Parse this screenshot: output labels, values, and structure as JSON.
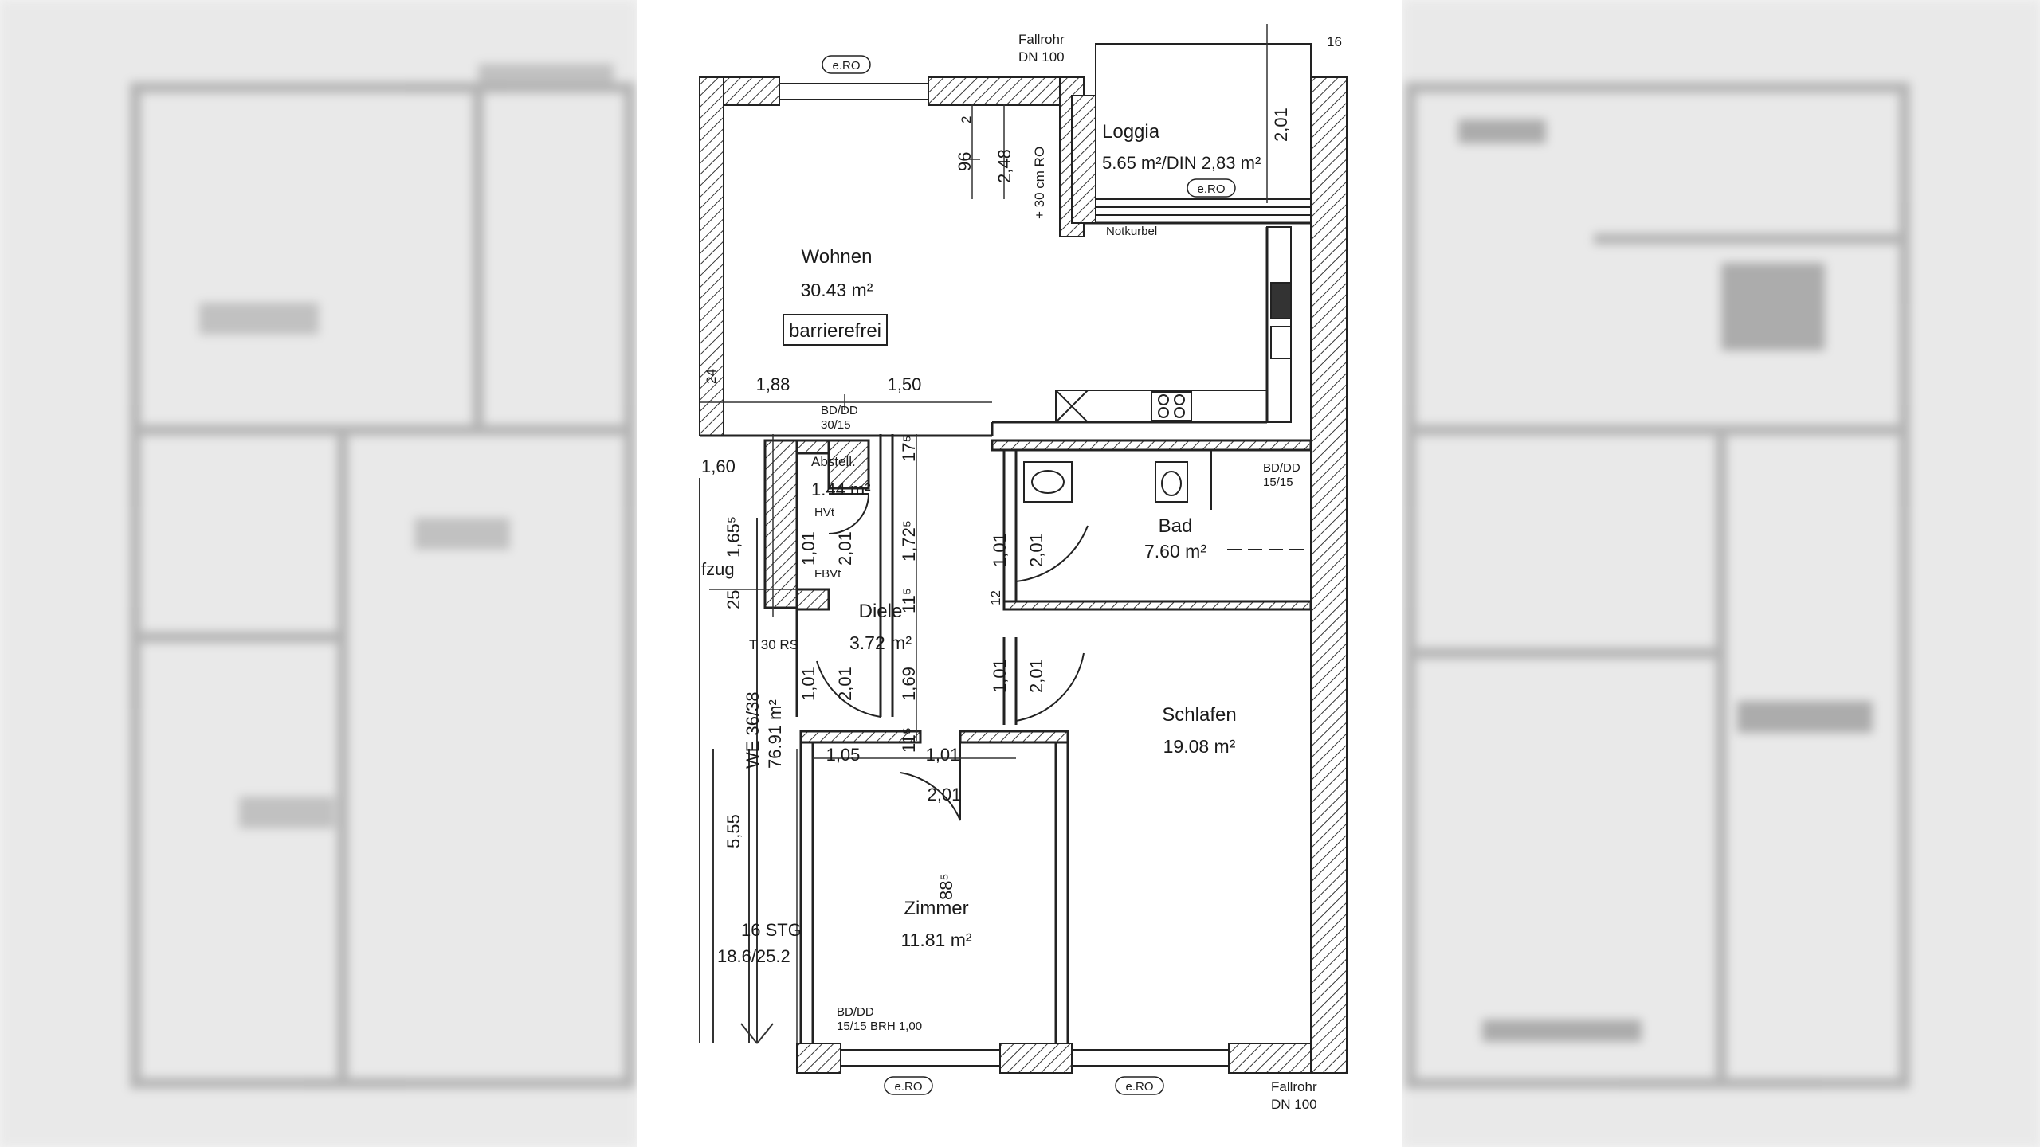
{
  "plan": {
    "rooms": {
      "wohnen": {
        "name": "Wohnen",
        "area": "30.43 m²",
        "tag": "barrierefrei"
      },
      "loggia": {
        "name": "Loggia",
        "area": "5.65 m²/DIN 2,83 m²"
      },
      "bad": {
        "name": "Bad",
        "area": "7.60 m²"
      },
      "diele": {
        "name": "Diele",
        "area": "3.72 m²"
      },
      "schlafen": {
        "name": "Schlafen",
        "area": "19.08 m²"
      },
      "zimmer": {
        "name": "Zimmer",
        "area": "11.81 m²"
      },
      "abstell": {
        "name": "Abstell.",
        "area": "1.44 m²"
      }
    },
    "labels": {
      "fallrohr_top": "Fallrohr",
      "dn_top": "DN 100",
      "fallrohr_bottom": "Fallrohr",
      "dn_bottom": "DN 100",
      "ero": "e.RO",
      "notkurbel": "Notkurbel",
      "bddd_3015": "BD/DD",
      "bddd_3015_size": "30/15",
      "bddd_1515": "BD/DD",
      "bddd_1515_size": "15/15",
      "bddd_zimmer": "BD/DD",
      "bddd_zimmer_size": "15/15",
      "brh": "BRH 1,00",
      "hvt": "HVt",
      "fbvt": "FBVt",
      "aufzug": "fzug",
      "t30rs": "T 30 RS",
      "we": "WE 36/38",
      "we_area": "76.91 m²",
      "stg": "16 STG",
      "stg_dim": "18.6/25.2",
      "corner_16": "16",
      "ro_note": "+ 30 cm RO"
    },
    "dims": {
      "d188": "1,88",
      "d150": "1,50",
      "d96": "96",
      "d248": "2,48",
      "d201_loggia": "2,01",
      "d160": "1,60",
      "d165": "1,65⁵",
      "d25": "25",
      "d101_abst": "1,01",
      "d201_abst": "2,01",
      "d175": "17⁵",
      "d1725": "1,72⁵",
      "d115a": "11⁵",
      "d169": "1,69",
      "d115b": "11⁵",
      "d101_bad": "1,01",
      "d201_bad": "2,01",
      "d101_schl": "1,01",
      "d201_schl": "2,01",
      "d101_diele": "1,01",
      "d201_diele": "2,01",
      "d105": "1,05",
      "d101_zim": "1,01",
      "d201_zim": "2,01",
      "d555": "5,55",
      "d885": "88⁵",
      "d24": "24",
      "d12": "12",
      "d2": "2"
    }
  }
}
